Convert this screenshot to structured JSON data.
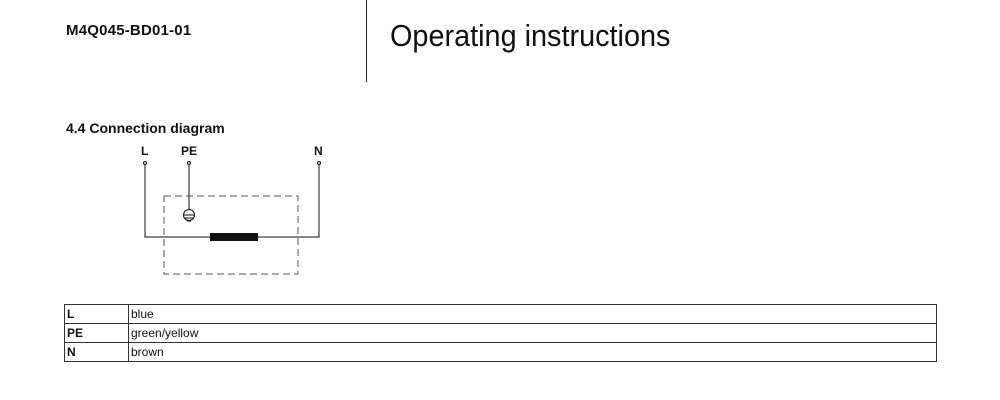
{
  "header": {
    "doc_code": "M4Q045-BD01-01",
    "title": "Operating instructions"
  },
  "section": {
    "heading": "4.4 Connection diagram"
  },
  "diagram": {
    "terminals": {
      "l": "L",
      "pe": "PE",
      "n": "N"
    },
    "icons": [
      "earth-ground-icon",
      "motor-winding-icon"
    ]
  },
  "wiring_table": {
    "rows": [
      {
        "terminal": "L",
        "colour": "blue"
      },
      {
        "terminal": "PE",
        "colour": "green/yellow"
      },
      {
        "terminal": "N",
        "colour": "brown"
      }
    ]
  }
}
